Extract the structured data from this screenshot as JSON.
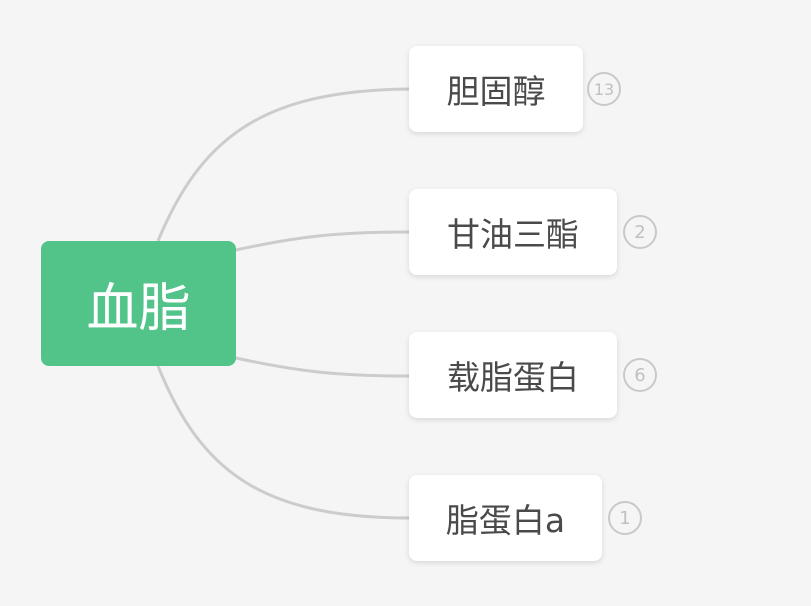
{
  "mindmap": {
    "root": {
      "label": "血脂",
      "color": "#52c48a"
    },
    "connector_color": "#cccccc",
    "children": [
      {
        "label": "胆固醇",
        "count": "13"
      },
      {
        "label": "甘油三酯",
        "count": "2"
      },
      {
        "label": "载脂蛋白",
        "count": "6"
      },
      {
        "label": "脂蛋白a",
        "count": "1"
      }
    ]
  }
}
